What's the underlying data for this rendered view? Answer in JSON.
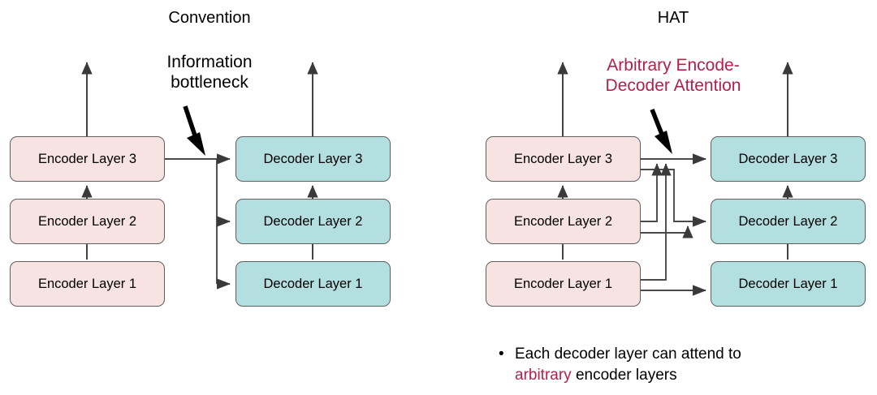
{
  "figure": {
    "background": "#ffffff",
    "encoder_fill": "#f7e3e2",
    "decoder_fill": "#b3dfe0",
    "box_stroke": "#5f5f5f",
    "wire_stroke": "#4a4a4a",
    "accent_red": "#b3204a",
    "text_color": "#000000"
  },
  "left_panel": {
    "title": "Convention",
    "annotation": {
      "line1": "Information",
      "line2": "bottleneck",
      "color": "#000000"
    },
    "encoders": [
      {
        "label": "Encoder Layer 3"
      },
      {
        "label": "Encoder Layer 2"
      },
      {
        "label": "Encoder Layer 1"
      }
    ],
    "decoders": [
      {
        "label": "Decoder Layer 3"
      },
      {
        "label": "Decoder Layer 2"
      },
      {
        "label": "Decoder Layer 1"
      }
    ]
  },
  "right_panel": {
    "title": "HAT",
    "annotation": {
      "line1": "Arbitrary Encode-",
      "line2": "Decoder Attention",
      "color": "#b3204a"
    },
    "encoders": [
      {
        "label": "Encoder Layer 3"
      },
      {
        "label": "Encoder Layer 2"
      },
      {
        "label": "Encoder Layer 1"
      }
    ],
    "decoders": [
      {
        "label": "Decoder Layer 3"
      },
      {
        "label": "Decoder Layer 2"
      },
      {
        "label": "Decoder Layer 1"
      }
    ]
  },
  "bullets": [
    {
      "marker": "•",
      "line1": "Each decoder layer can attend to",
      "line2_highlight": "arbitrary",
      "line2_rest": " encoder layers"
    }
  ]
}
